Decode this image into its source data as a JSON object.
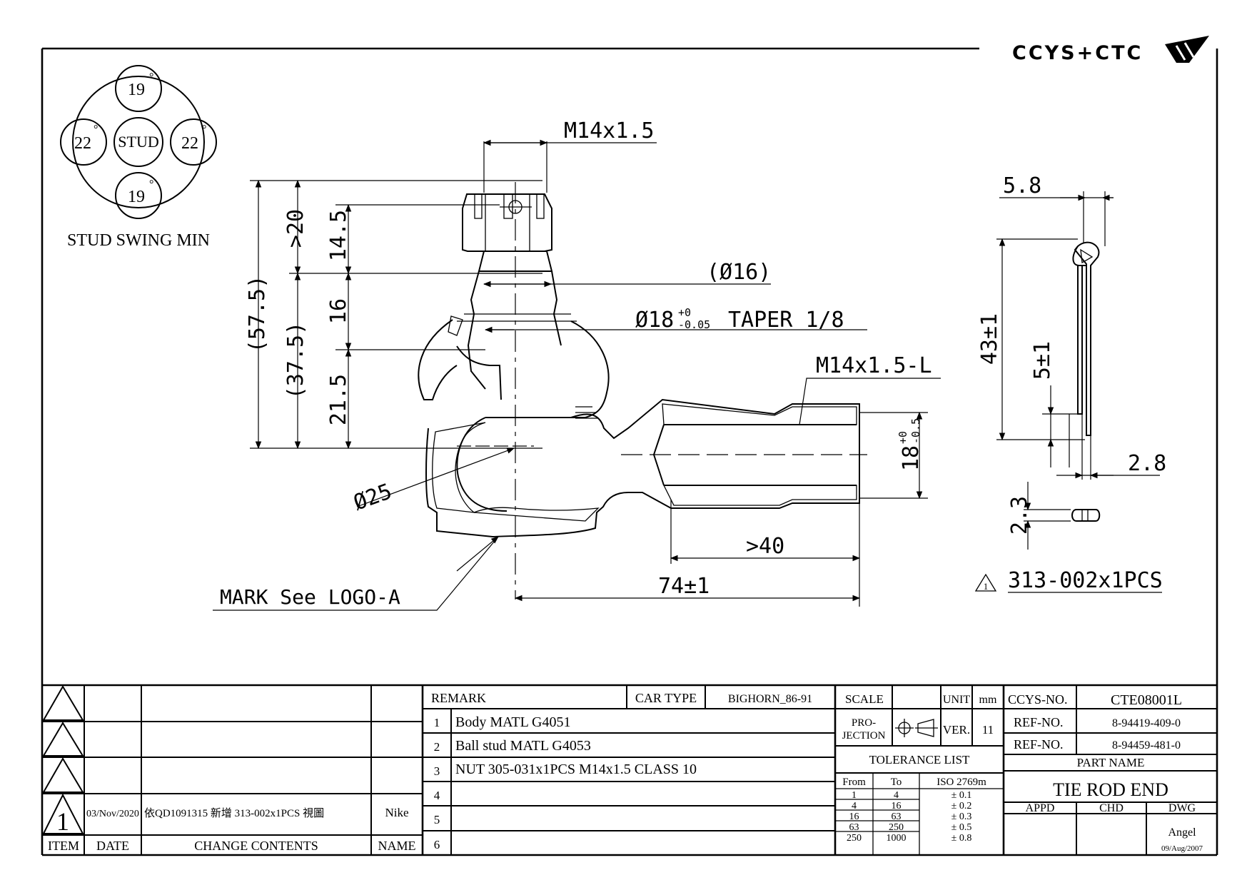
{
  "logo": {
    "text": "CCYS+CTC"
  },
  "swing": {
    "title": "STUD SWING MIN",
    "center": "STUD",
    "top": "19",
    "bottom": "19",
    "left": "22",
    "right": "22",
    "degree": "°"
  },
  "dims": {
    "thread_top": "M14x1.5",
    "d16": "(Ø16)",
    "taper_main": "Ø18",
    "taper_tol_upper": "+0",
    "taper_tol_lower": "-0.05",
    "taper_suffix": "TAPER 1/8",
    "thread_side": "M14x1.5-L",
    "d25": "Ø25",
    "len_40": ">40",
    "len_74": "74±1",
    "v_57": "(57.5)",
    "v_37": "(37.5)",
    "v_20": ">20",
    "v_145": "14.5",
    "v_16": "16",
    "v_215": "21.5",
    "v_18": "18",
    "v_18_upper": "+0",
    "v_18_lower": "-0.5",
    "mark": "MARK See LOGO-A"
  },
  "pin": {
    "w58": "5.8",
    "h43": "43±1",
    "h5": "5±1",
    "w28": "2.8",
    "w23": "2.3",
    "note_symbol": "1",
    "note": "313-002x1PCS"
  },
  "revision": {
    "rows": [
      {
        "symbol": "",
        "date": "",
        "content": "",
        "name": ""
      },
      {
        "symbol": "",
        "date": "",
        "content": "",
        "name": ""
      },
      {
        "symbol": "",
        "date": "",
        "content": "",
        "name": ""
      },
      {
        "symbol": "1",
        "date": "03/Nov/2020",
        "content": "依QD1091315 新增 313-002x1PCS 視圖",
        "name": "Nike"
      }
    ],
    "headers": {
      "item": "ITEM",
      "date": "DATE",
      "content": "CHANGE CONTENTS",
      "name": "NAME"
    }
  },
  "remarks": {
    "header": "REMARK",
    "car_type_label": "CAR TYPE",
    "car_type": "BIGHORN_86-91",
    "items": [
      {
        "no": "1",
        "text": "Body MATL G4051"
      },
      {
        "no": "2",
        "text": "Ball stud MATL G4053"
      },
      {
        "no": "3",
        "text": "NUT 305-031x1PCS M14x1.5 CLASS 10"
      },
      {
        "no": "4",
        "text": ""
      },
      {
        "no": "5",
        "text": ""
      },
      {
        "no": "6",
        "text": ""
      }
    ]
  },
  "meta": {
    "scale_label": "SCALE",
    "scale_value": "",
    "unit_label": "UNIT",
    "unit_value": "mm",
    "projection_label_1": "PRO-",
    "projection_label_2": "JECTION",
    "ver_label": "VER.",
    "ver_value": "11",
    "tolerance_title": "TOLERANCE LIST",
    "tol_headers": [
      "From",
      "To",
      "ISO 2769m"
    ],
    "tol_rows": [
      [
        "1",
        "4",
        "± 0.1"
      ],
      [
        "4",
        "16",
        "± 0.2"
      ],
      [
        "16",
        "63",
        "± 0.3"
      ],
      [
        "63",
        "250",
        "± 0.5"
      ],
      [
        "250",
        "1000",
        "± 0.8"
      ]
    ]
  },
  "part": {
    "ccys_label": "CCYS-NO.",
    "ccys_no": "CTE08001L",
    "ref_label_1": "REF-NO.",
    "ref_no_1": "8-94419-409-0",
    "ref_label_2": "REF-NO.",
    "ref_no_2": "8-94459-481-0",
    "part_name_label": "PART NAME",
    "part_name": "TIE ROD END",
    "appd": "APPD",
    "chd": "CHD",
    "dwg": "DWG",
    "drawn_by": "Angel",
    "drawn_date": "09/Aug/2007"
  }
}
